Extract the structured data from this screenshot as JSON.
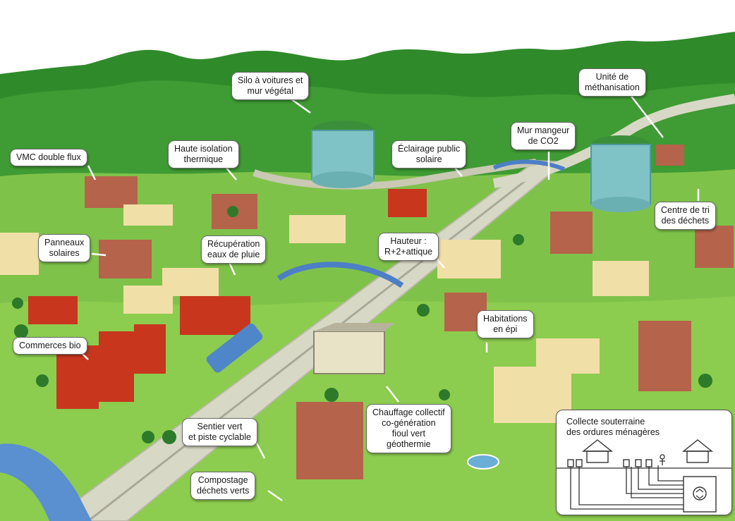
{
  "labels": [
    {
      "id": "silo",
      "lines": [
        "Silo à voitures et",
        "mur végétal"
      ]
    },
    {
      "id": "methanisation",
      "lines": [
        "Unité de",
        "méthanisation"
      ]
    },
    {
      "id": "vmc",
      "lines": [
        "VMC double flux"
      ]
    },
    {
      "id": "isolation",
      "lines": [
        "Haute isolation",
        "thermique"
      ]
    },
    {
      "id": "eclairage",
      "lines": [
        "Éclairage public",
        "solaire"
      ]
    },
    {
      "id": "mur-co2",
      "lines": [
        "Mur mangeur",
        "de CO2"
      ]
    },
    {
      "id": "tri",
      "lines": [
        "Centre de tri",
        "des déchets"
      ]
    },
    {
      "id": "panneaux",
      "lines": [
        "Panneaux",
        "solaires"
      ]
    },
    {
      "id": "pluie",
      "lines": [
        "Récupération",
        "eaux de pluie"
      ]
    },
    {
      "id": "hauteur",
      "lines": [
        "Hauteur :",
        "R+2+attique"
      ]
    },
    {
      "id": "habitations",
      "lines": [
        "Habitations",
        "en épi"
      ]
    },
    {
      "id": "commerces",
      "lines": [
        "Commerces bio"
      ]
    },
    {
      "id": "chauffage",
      "lines": [
        "Chauffage collectif",
        "co-génération",
        "fioul vert",
        "géothermie"
      ]
    },
    {
      "id": "sentier",
      "lines": [
        "Sentier vert",
        "et piste cyclable"
      ]
    },
    {
      "id": "compostage",
      "lines": [
        "Compostage",
        "déchets verts"
      ]
    }
  ],
  "inset": {
    "title_lines": [
      "Collecte souterraine",
      "des ordures ménagères"
    ]
  },
  "colors": {
    "sky": "#ffffff",
    "forest_dark": "#2f8a2a",
    "forest_mid": "#4aa83a",
    "grass_light": "#8ccc4e",
    "road": "#d8d8c6",
    "water": "#5a8fd0",
    "roof_red": "#c8361e",
    "building_brick": "#b5634a",
    "glass_tower": "#7fc3c6"
  },
  "icons": [
    "house-icon",
    "container-icon",
    "recycle-icon"
  ]
}
